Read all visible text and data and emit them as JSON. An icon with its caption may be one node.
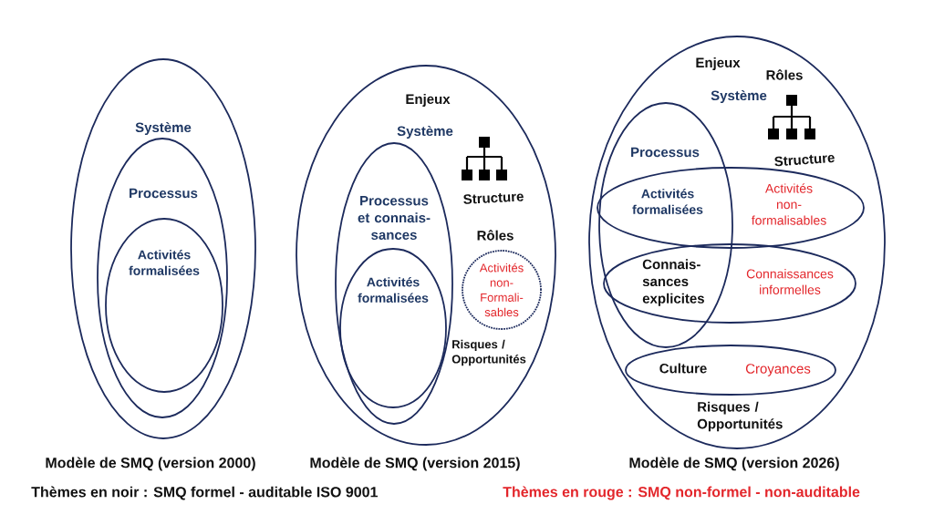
{
  "diagram": {
    "nodes": [
      {
        "text": [
          "Système"
        ],
        "beside": [
          "Modèle de SMQ (version 2000)"
        ]
      },
      {
        "text": [
          "Processus"
        ],
        "in": 0
      },
      {
        "text": [
          "Activités formalisées"
        ],
        "in": 1
      },
      {
        "text": [
          "Enjeux",
          "Système",
          "Structure",
          "Rôles",
          "Risques / Opportunités"
        ],
        "beside": [
          "Modèle de SMQ (version 2015)"
        ]
      },
      {
        "text": [
          "Processus et connais- sances"
        ],
        "in": 3
      },
      {
        "text": [
          "Activités formalisées"
        ],
        "in": 4
      },
      {
        "text": [
          "Activités non- Formali- sables"
        ],
        "in": 3
      },
      {
        "text": [
          "Enjeux",
          "Rôles",
          "Système",
          "Structure",
          "Risques / Opportunités"
        ],
        "beside": [
          "Modèle de SMQ (version 2026)"
        ]
      },
      {
        "text": [
          "Processus"
        ],
        "in": 7
      },
      {
        "text": [
          "Activités formalisées",
          "Activités non- formalisables"
        ],
        "in": 7
      },
      {
        "text": [
          "Connais- sances explicites",
          "Connaissances informelles"
        ],
        "in": 7
      },
      {
        "text": [
          "Culture",
          "Croyances"
        ],
        "in": 7
      }
    ],
    "labels": [
      "Thèmes en noir : SMQ formel - auditable ISO 9001",
      "Thèmes en rouge : SMQ non-formel - non-auditable"
    ]
  }
}
